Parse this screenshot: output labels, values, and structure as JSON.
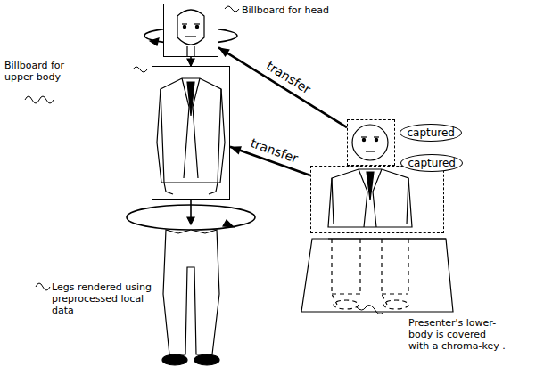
{
  "diagram": {
    "nodes": [
      {
        "text": [
          "Billboard for head"
        ]
      },
      {
        "text": [
          "Billboard for upper body"
        ]
      },
      {
        "text": [
          "captured"
        ]
      },
      {
        "text": [
          "captured"
        ]
      }
    ],
    "edges": [
      {
        "from": 2,
        "to": 0,
        "label": "transfer",
        "arrow": "to"
      },
      {
        "from": 3,
        "to": 1,
        "label": "transfer",
        "arrow": "to"
      }
    ],
    "labels": [
      "Legs rendered using preprocessed local data",
      "Presenter's lower-body is covered with a chroma-key ."
    ]
  }
}
